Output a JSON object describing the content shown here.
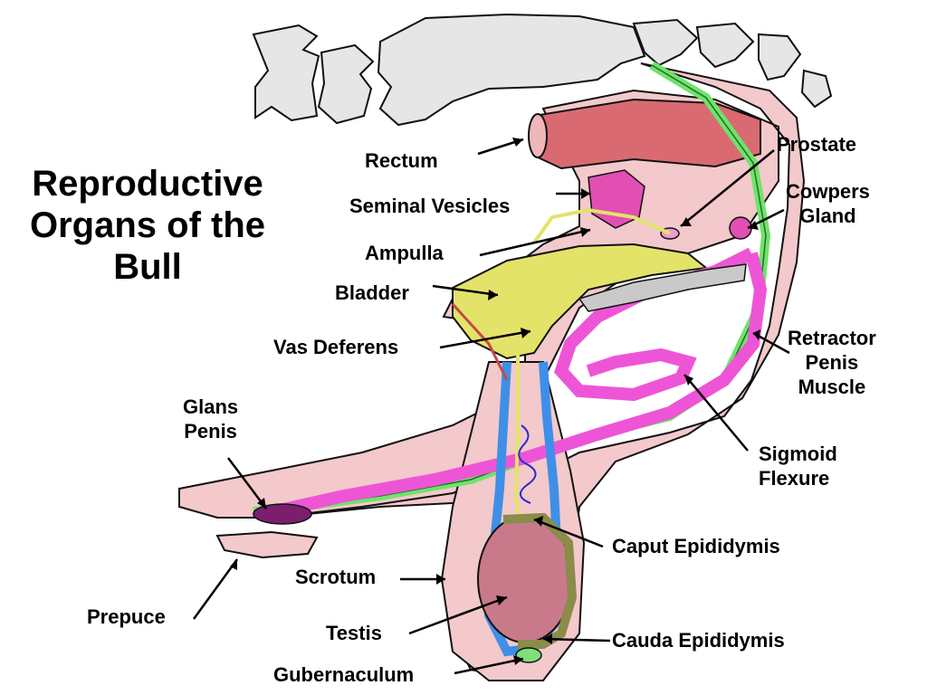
{
  "title_lines": [
    "Reproductive",
    "Organs of the",
    "Bull"
  ],
  "labels": {
    "rectum": "Rectum",
    "seminal_vesicles": "Seminal Vesicles",
    "ampulla": "Ampulla",
    "bladder": "Bladder",
    "vas_deferens": "Vas Deferens",
    "glans_penis": [
      "Glans",
      "Penis"
    ],
    "prepuce": "Prepuce",
    "scrotum": "Scrotum",
    "testis": "Testis",
    "gubernaculum": "Gubernaculum",
    "prostate": "Prostate",
    "cowpers_gland": [
      "Cowpers",
      "Gland"
    ],
    "retractor_penis_muscle": [
      "Retractor",
      "Penis",
      "Muscle"
    ],
    "sigmoid_flexure": [
      "Sigmoid",
      "Flexure"
    ],
    "caput_epididymis": "Caput Epididymis",
    "cauda_epididymis": "Cauda Epididymis"
  },
  "colors": {
    "tissue": "#f3c9cb",
    "bone": "#e6e6e6",
    "rectum": "#d96a72",
    "bladder": "#e3e36a",
    "urethra_penis": "#ee55d6",
    "retractor_muscle": "#6fe36c",
    "vas_deferens_blue": "#3f8fe8",
    "testis": "#c97a8a",
    "epididymis": "#8b8b4a",
    "glans": "#7a1f6e",
    "vesicles": "#e24fb3"
  }
}
